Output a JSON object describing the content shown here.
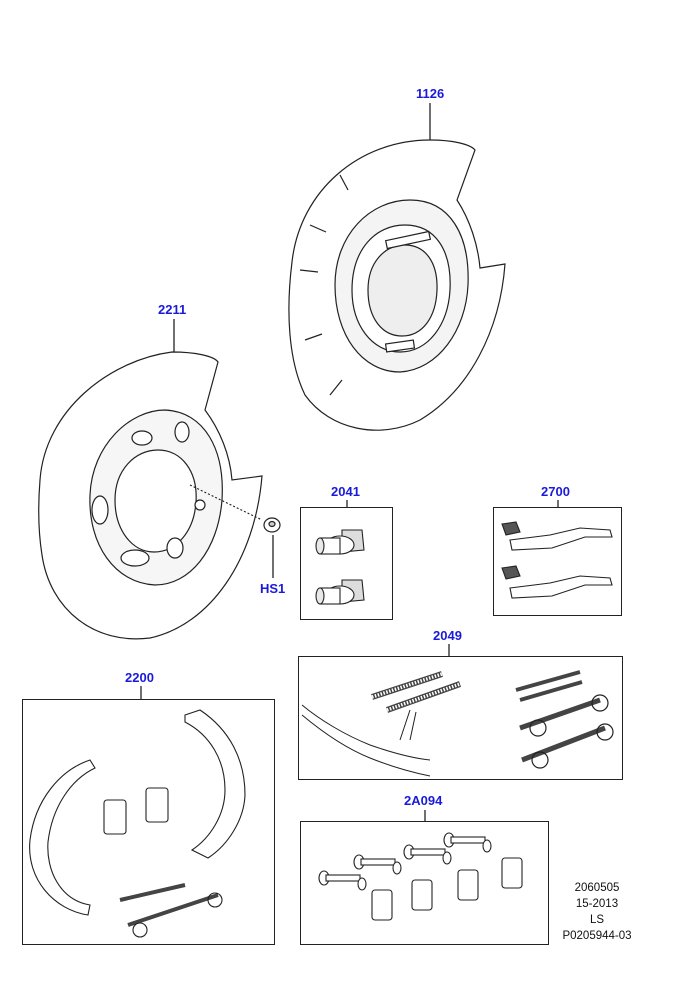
{
  "callouts": {
    "c1126": "1126",
    "c2211": "2211",
    "cHS1": "HS1",
    "c2041": "2041",
    "c2700": "2700",
    "c2049": "2049",
    "c2200": "2200",
    "c2A094": "2A094"
  },
  "reference": {
    "line1": "2060505",
    "line2": "15-2013",
    "line3": "LS",
    "line4": "P0205944-03"
  },
  "colors": {
    "callout": "#1a1adb",
    "line": "#222222"
  }
}
